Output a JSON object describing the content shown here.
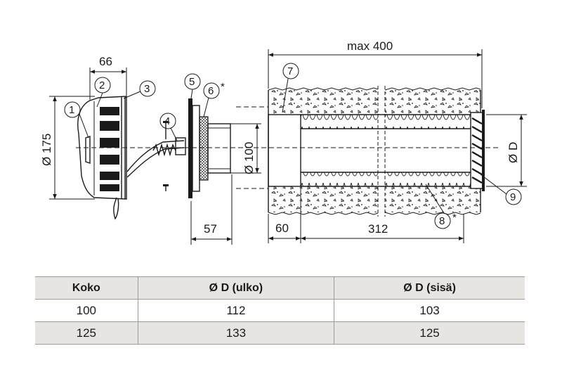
{
  "diagram": {
    "dimensions": {
      "width_66": "66",
      "diameter_175": "Ø 175",
      "diameter_100": "Ø 100",
      "length_57": "57",
      "max_400": "max 400",
      "length_60": "60",
      "length_312": "312",
      "diameter_d": "Ø D"
    },
    "callouts": [
      "1",
      "2",
      "3",
      "4",
      "5",
      "6",
      "7",
      "8",
      "9"
    ],
    "asterisk": "*"
  },
  "table": {
    "headers": [
      "Koko",
      "Ø D (ulko)",
      "Ø D (sisä)"
    ],
    "rows": [
      [
        "100",
        "112",
        "103"
      ],
      [
        "125",
        "133",
        "125"
      ]
    ]
  }
}
